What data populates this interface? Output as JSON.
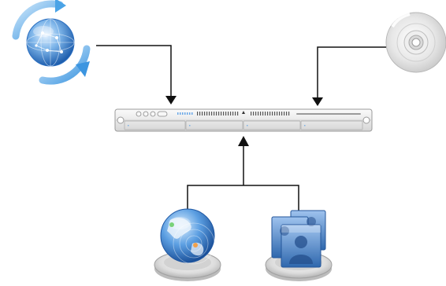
{
  "diagram": {
    "nodes": [
      {
        "id": "software-update",
        "icon": "software-update-icon",
        "label": ""
      },
      {
        "id": "install-disc",
        "icon": "optical-disc-icon",
        "label": ""
      },
      {
        "id": "server",
        "icon": "rack-server-icon",
        "label": ""
      },
      {
        "id": "network-services",
        "icon": "network-globe-icon",
        "label": ""
      },
      {
        "id": "user-accounts",
        "icon": "user-accounts-icon",
        "label": ""
      }
    ],
    "connections": [
      {
        "from": "software-update",
        "to": "server"
      },
      {
        "from": "install-disc",
        "to": "server"
      },
      {
        "from": "network-services",
        "to": "server"
      },
      {
        "from": "user-accounts",
        "to": "server"
      }
    ],
    "colors": {
      "line": "#111111",
      "server_body": "#eeeeee",
      "globe_blue": "#2f7fd6",
      "refresh_arrow": "#4aa3e6",
      "folder_blue": "#3b74b8"
    }
  }
}
